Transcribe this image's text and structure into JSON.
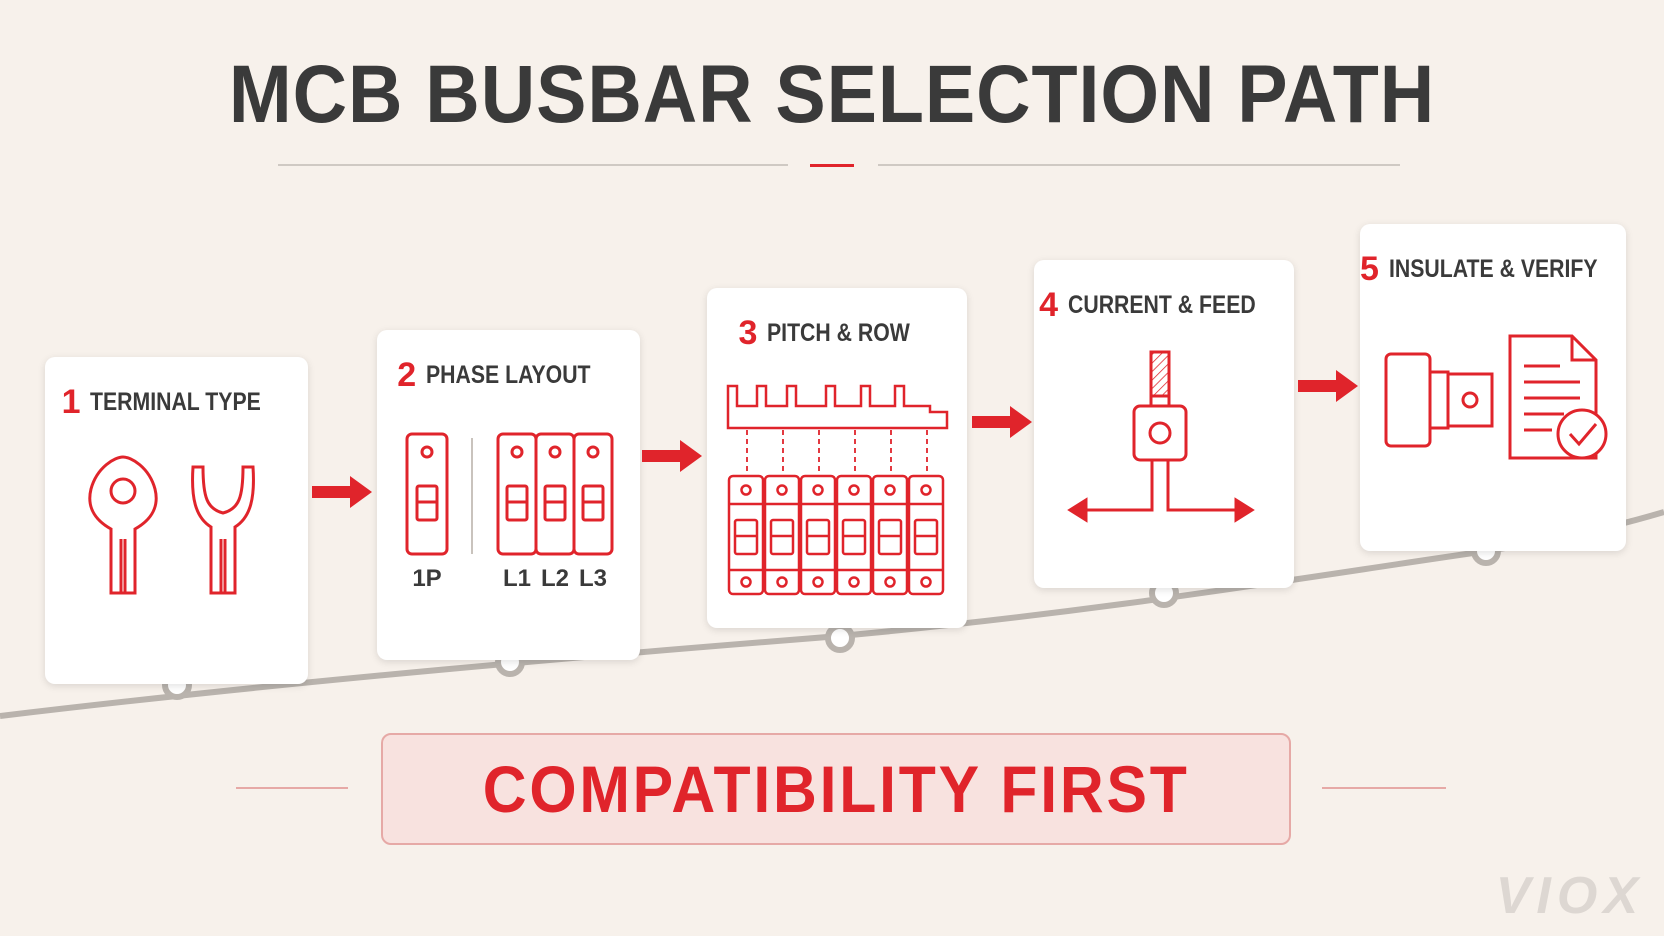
{
  "title": "MCB BUSBAR SELECTION PATH",
  "steps": [
    {
      "number": "1",
      "label": "TERMINAL TYPE"
    },
    {
      "number": "2",
      "label": "PHASE LAYOUT"
    },
    {
      "number": "3",
      "label": "PITCH & ROW"
    },
    {
      "number": "4",
      "label": "CURRENT & FEED"
    },
    {
      "number": "5",
      "label": "INSULATE & VERIFY"
    }
  ],
  "phase_labels": {
    "single": "1P",
    "l1": "L1",
    "l2": "L2",
    "l3": "L3"
  },
  "banner": "COMPATIBILITY FIRST",
  "watermark": "VIOX",
  "colors": {
    "accent": "#e0242b",
    "text": "#3a3a3a",
    "background": "#f7f1eb",
    "track": "#b9b3ad"
  },
  "icons": {
    "step1": [
      "ring-terminal-icon",
      "fork-terminal-icon"
    ],
    "step2": [
      "single-pole-breaker-icon",
      "three-pole-breaker-icon"
    ],
    "step3": [
      "busbar-pitch-row-icon"
    ],
    "step4": [
      "feed-terminal-icon"
    ],
    "step5": [
      "insulation-cap-icon",
      "checklist-document-icon"
    ]
  }
}
